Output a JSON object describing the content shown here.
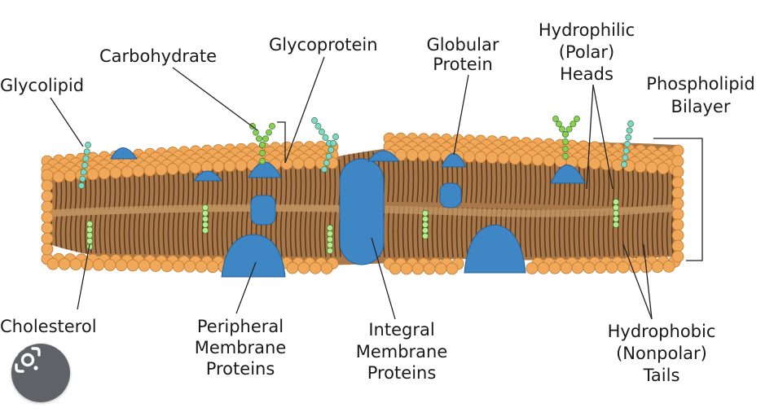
{
  "labels": {
    "glycolipid": "Glycolipid",
    "carbohydrate": "Carbohydrate",
    "glycoprotein": "Glycoprotein",
    "globular_l1": "Globular",
    "globular_l2": "Protein",
    "hydrophilic_l1": "Hydrophilic",
    "hydrophilic_l2": "(Polar)",
    "hydrophilic_l3": "Heads",
    "bilayer_l1": "Phospholipid",
    "bilayer_l2": "Bilayer",
    "cholesterol": "Cholesterol",
    "peripheral_l1": "Peripheral",
    "peripheral_l2": "Membrane",
    "peripheral_l3": "Proteins",
    "integral_l1": "Integral",
    "integral_l2": "Membrane",
    "integral_l3": "Proteins",
    "hydrophobic_l1": "Hydrophobic",
    "hydrophobic_l2": "(Nonpolar)",
    "hydrophobic_l3": "Tails"
  },
  "colors": {
    "head": "#f0a85a",
    "head_stroke": "#c47a2e",
    "tail": "#5a3a1e",
    "protein": "#3f86c4",
    "protein_stroke": "#2a5f90",
    "glyco_chain": "#8ccf4e",
    "glycolipid_chain": "#7fd6cf",
    "cholesterol": "#b8ec8c"
  },
  "icons": {
    "lens": "google-lens-icon"
  }
}
